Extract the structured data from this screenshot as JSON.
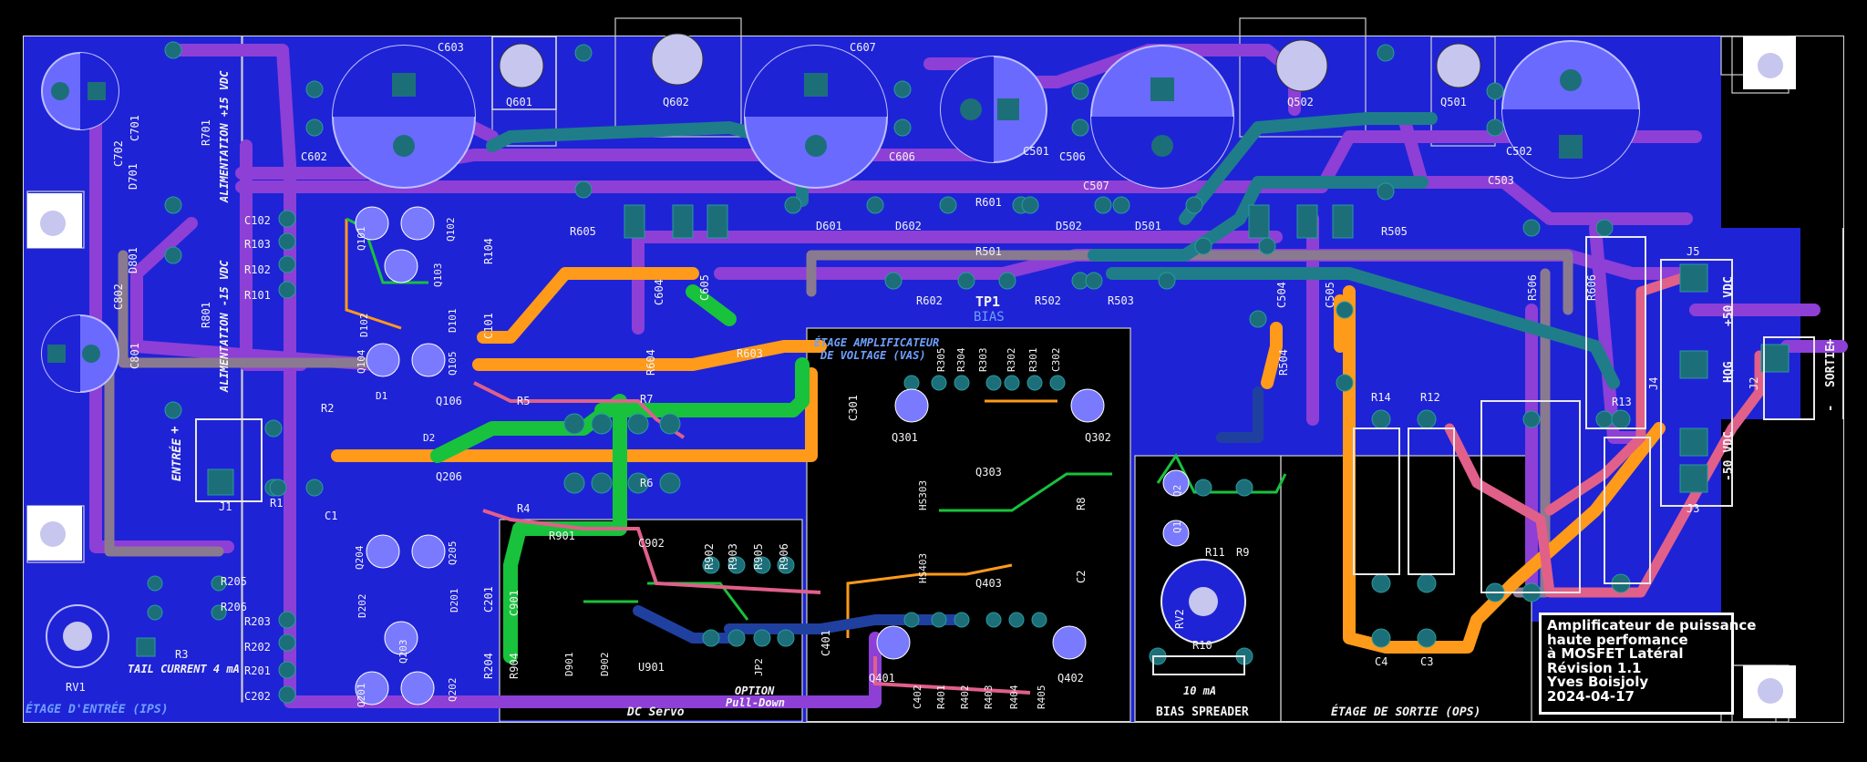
{
  "board": {
    "colors": {
      "background": "#000000",
      "copper_fill": "#1f23d6",
      "purple_trace": "#8d3fd6",
      "orange_trace": "#ff9a1a",
      "green_trace": "#18c23c",
      "teal_trace": "#1f7d8a",
      "pink_trace": "#e0608a",
      "silkscreen": "#f2f2f2",
      "pad": "#1c6f78"
    }
  },
  "sections": {
    "input": "ÉTAGE D'ENTRÉE (IPS)",
    "vas_line1": "ÉTAGE AMPLIFICATEUR",
    "vas_line2": "DE VOLTAGE (VAS)",
    "bias": "BIAS SPREADER",
    "output": "ÉTAGE DE SORTIE (OPS)",
    "dcservo": "DC Servo",
    "supply_pos": "ALIMENTATION +15 VDC",
    "supply_neg": "ALIMENTATION -15 VDC"
  },
  "labels": {
    "entree": "ENTRÉE",
    "sortie": "SORTIE",
    "plus": "+",
    "minus": "-",
    "v_pos50": "+50 VDC",
    "v_neg50": "-50 VDC",
    "hqg": "HQG",
    "tp1": "TP1",
    "bias": "BIAS",
    "tail_current": "TAIL CURRENT 4 mA",
    "ten_ma": "10 mA",
    "option": "OPTION",
    "pull_down": "Pull-Down",
    "jp2": "JP2"
  },
  "title_block": [
    "Amplificateur de puissance",
    "haute perfomance",
    "à MOSFET Latéral",
    "Révision 1.1",
    "Yves Boisjoly",
    "2024-04-17"
  ],
  "refs": {
    "C603": "C603",
    "C607": "C607",
    "Q601": "Q601",
    "Q602": "Q602",
    "Q502": "Q502",
    "Q501": "Q501",
    "C602": "C602",
    "C606": "C606",
    "C501": "C501",
    "C506": "C506",
    "C507": "C507",
    "C502": "C502",
    "C503": "C503",
    "R701": "R701",
    "C701": "C701",
    "C702": "C702",
    "D701": "D701",
    "R801": "R801",
    "C801": "C801",
    "C802": "C802",
    "D801": "D801",
    "R605": "R605",
    "D601": "D601",
    "D602": "D602",
    "R601": "R601",
    "D502": "D502",
    "D501": "D501",
    "R505": "R505",
    "R501": "R501",
    "R602": "R602",
    "R502": "R502",
    "R503": "R503",
    "C604": "C604",
    "C605": "C605",
    "R604": "R604",
    "R603": "R603",
    "C504": "C504",
    "C505": "C505",
    "R504": "R504",
    "R506": "R506",
    "R606": "R606",
    "J5": "J5",
    "J4": "J4",
    "J3": "J3",
    "J2": "J2",
    "C102": "C102",
    "R103": "R103",
    "R102": "R102",
    "R101": "R101",
    "Q101": "Q101",
    "Q102": "Q102",
    "Q103": "Q103",
    "R104": "R104",
    "D102": "D102",
    "D101": "D101",
    "C101": "C101",
    "Q104": "Q104",
    "Q105": "Q105",
    "Q106": "Q106",
    "Q206": "Q206",
    "D1": "D1",
    "D2": "D2",
    "R2": "R2",
    "R1": "R1",
    "J1": "J1",
    "C1": "C1",
    "R5": "R5",
    "R7": "R7",
    "R6": "R6",
    "R4": "R4",
    "Q204": "Q204",
    "Q205": "Q205",
    "R205": "R205",
    "R206": "R206",
    "R3": "R3",
    "RV1": "RV1",
    "R203": "R203",
    "R202": "R202",
    "R201": "R201",
    "C202": "C202",
    "D202": "D202",
    "D201": "D201",
    "Q201": "Q201",
    "Q202": "Q202",
    "Q203": "Q203",
    "C201": "C201",
    "R204": "R204",
    "R901": "R901",
    "C902": "C902",
    "C901": "C901",
    "R902": "R902",
    "R903": "R903",
    "R905": "R905",
    "R906": "R906",
    "R904": "R904",
    "D901": "D901",
    "D902": "D902",
    "U901": "U901",
    "C301": "C301",
    "R305": "R305",
    "R304": "R304",
    "R303": "R303",
    "R302": "R302",
    "R301": "R301",
    "C302": "C302",
    "Q301": "Q301",
    "Q302": "Q302",
    "Q303": "Q303",
    "HS303": "HS303",
    "HS403": "HS403",
    "Q403": "Q403",
    "R8": "R8",
    "C2": "C2",
    "C401": "C401",
    "Q401": "Q401",
    "Q402": "Q402",
    "C402": "C402",
    "R401": "R401",
    "R402": "R402",
    "R403": "R403",
    "R404": "R404",
    "R405": "R405",
    "Q2": "Q2",
    "Q1": "Q1",
    "R11": "R11",
    "R9": "R9",
    "RV2": "RV2",
    "R10": "R10",
    "R14": "R14",
    "R12": "R12",
    "R13": "R13",
    "C4": "C4",
    "C3": "C3"
  }
}
